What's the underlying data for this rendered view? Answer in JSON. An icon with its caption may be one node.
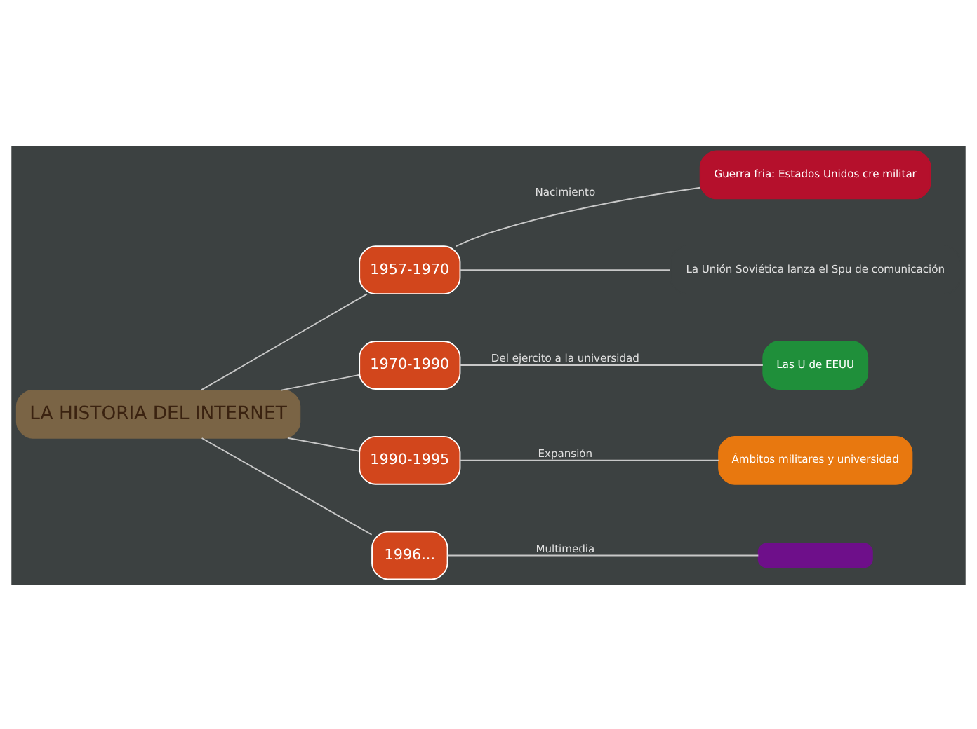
{
  "diagram": {
    "nodes": [
      {
        "text": [
          "LA HISTORIA DEL INTERNET"
        ]
      },
      {
        "text": [
          "1957-1970"
        ]
      },
      {
        "text": [
          "Guerra fria: Estados Unidos cre militar"
        ]
      },
      {
        "text": [
          "La Unión Soviética lanza el Spu de comunicación"
        ]
      },
      {
        "text": [
          "1970-1990"
        ]
      },
      {
        "text": [
          "Las U de EEUU"
        ]
      },
      {
        "text": [
          "1990-1995"
        ]
      },
      {
        "text": [
          "Ámbitos militares y universidad"
        ]
      },
      {
        "text": [
          "1996..."
        ]
      },
      {
        "text": [],
        "shape": "box"
      }
    ],
    "edges": [
      {
        "from": 0,
        "to": 1,
        "arrow": "none"
      },
      {
        "from": 1,
        "to": 2,
        "arrow": "none",
        "label": "Nacimiento"
      },
      {
        "from": 1,
        "to": 3,
        "arrow": "none"
      },
      {
        "from": 0,
        "to": 4,
        "arrow": "none"
      },
      {
        "from": 4,
        "to": 5,
        "arrow": "none",
        "label": "Del ejercito a la universidad"
      },
      {
        "from": 0,
        "to": 6,
        "arrow": "none"
      },
      {
        "from": 6,
        "to": 7,
        "arrow": "none",
        "label": "Expansión"
      },
      {
        "from": 0,
        "to": 8,
        "arrow": "none"
      },
      {
        "from": 8,
        "to": 9,
        "arrow": "none",
        "label": "Multimedia"
      }
    ]
  }
}
